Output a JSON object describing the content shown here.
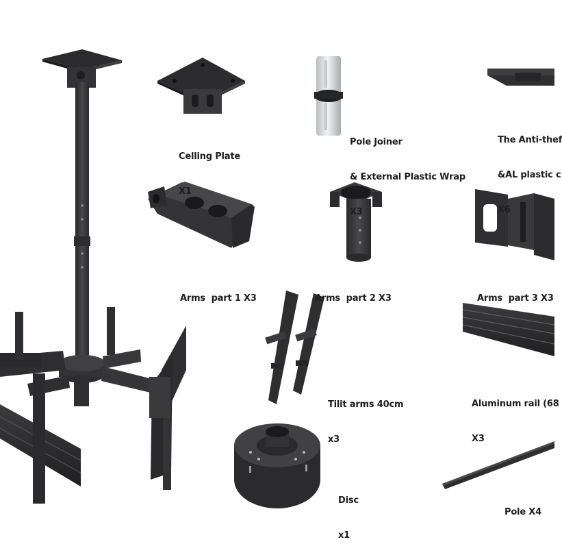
{
  "parts": [
    {
      "id": "ceiling-plate",
      "name": "Celling Plate",
      "qty": "X1"
    },
    {
      "id": "pole-joiner",
      "name1": "Pole Joiner",
      "name2": "& External Plastic Wrap",
      "qty": "X3"
    },
    {
      "id": "anti-theft",
      "name1": "The Anti-thef",
      "name2": "&AL plastic c",
      "qty": "X6"
    },
    {
      "id": "arms-part-1",
      "name": "Arms  part 1 X3"
    },
    {
      "id": "arms-part-2",
      "name": "Arms  part 2 X3"
    },
    {
      "id": "arms-part-3",
      "name": "Arms  part 3 X3"
    },
    {
      "id": "tilt-arms",
      "name": "Tilit arms 40cm",
      "qty": "x3"
    },
    {
      "id": "aluminum-rail",
      "name": "Aluminum rail (68",
      "qty": "X3"
    },
    {
      "id": "disc",
      "name": "Disc",
      "qty": "x1"
    },
    {
      "id": "pole",
      "name": "Pole X4"
    }
  ],
  "colors": {
    "metal": "#3a3a3c",
    "metal_dark": "#232325",
    "metal_light": "#5a5a5d",
    "zinc": "#d9dcde"
  }
}
